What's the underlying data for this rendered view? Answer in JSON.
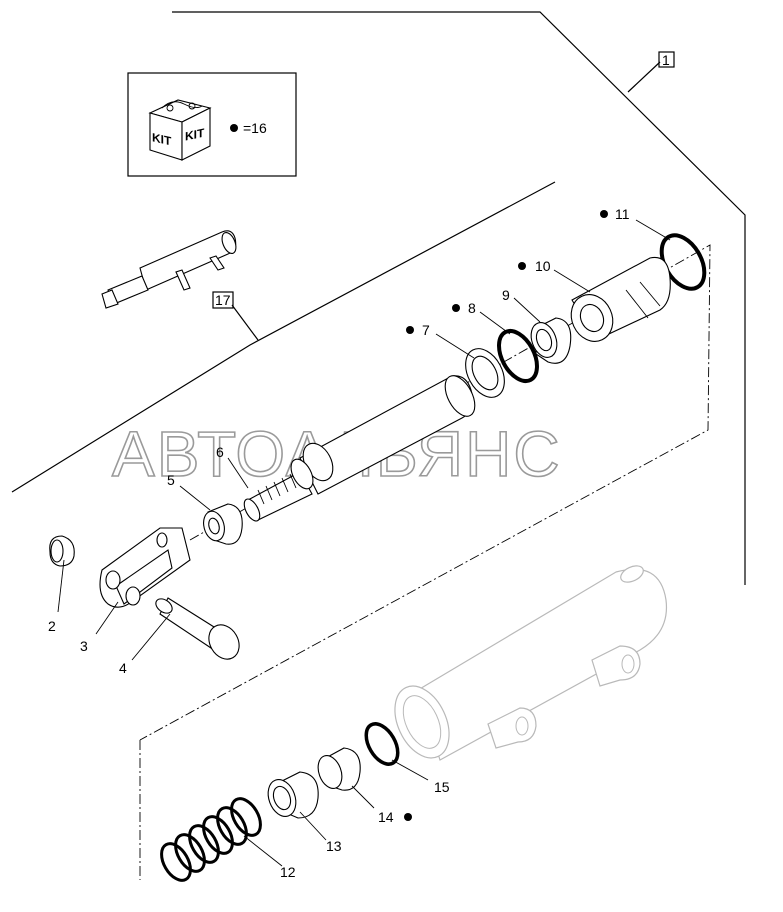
{
  "kit_legend": {
    "icon_text_left": "KIT",
    "icon_text_right": "KIT",
    "equals_text": "=16"
  },
  "assembly_reference": "1",
  "subassembly_reference": "17",
  "watermark": "АВТОАЛЬЯНС",
  "parts": [
    {
      "id": "p2",
      "label": "2",
      "kit": false
    },
    {
      "id": "p3",
      "label": "3",
      "kit": false
    },
    {
      "id": "p4",
      "label": "4",
      "kit": false
    },
    {
      "id": "p5",
      "label": "5",
      "kit": false
    },
    {
      "id": "p6",
      "label": "6",
      "kit": false
    },
    {
      "id": "p7",
      "label": "7",
      "kit": true
    },
    {
      "id": "p8",
      "label": "8",
      "kit": true
    },
    {
      "id": "p9",
      "label": "9",
      "kit": false
    },
    {
      "id": "p10",
      "label": "10",
      "kit": true
    },
    {
      "id": "p11",
      "label": "11",
      "kit": true
    },
    {
      "id": "p12",
      "label": "12",
      "kit": false
    },
    {
      "id": "p13",
      "label": "13",
      "kit": false
    },
    {
      "id": "p14",
      "label": "14",
      "kit": true
    },
    {
      "id": "p15",
      "label": "15",
      "kit": false
    }
  ]
}
